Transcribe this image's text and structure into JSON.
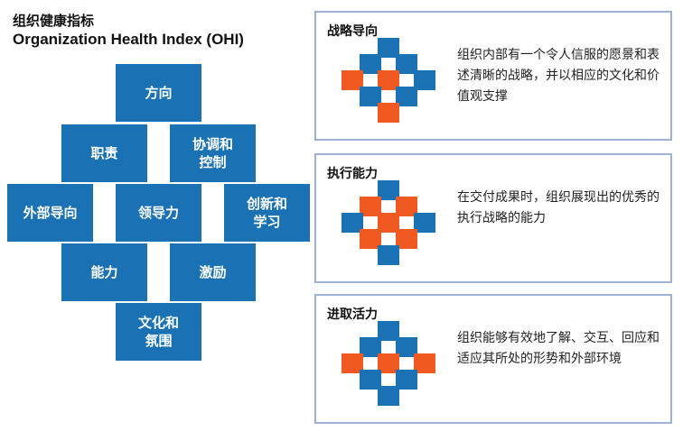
{
  "header": {
    "title_cn": "组织健康指标",
    "title_en": "Organization Health Index (OHI)"
  },
  "diagram": {
    "tiles": [
      {
        "key": "direction",
        "label": "方向"
      },
      {
        "key": "accountability",
        "label": "职责"
      },
      {
        "key": "coordination",
        "label": "协调和\n控制"
      },
      {
        "key": "external",
        "label": "外部导向"
      },
      {
        "key": "leadership",
        "label": "领导力"
      },
      {
        "key": "innovation",
        "label": "创新和\n学习"
      },
      {
        "key": "capability",
        "label": "能力"
      },
      {
        "key": "motivation",
        "label": "激励"
      },
      {
        "key": "culture",
        "label": "文化和\n氛围"
      }
    ]
  },
  "cards": [
    {
      "title": "战略导向",
      "description": "组织内部有一个令人信服的愿景和表述清晰的战略，并以相应的文化和价值观支撑"
    },
    {
      "title": "执行能力",
      "description": "在交付成果时，组织展现出的优秀的执行战略的能力"
    },
    {
      "title": "进取活力",
      "description": "组织能够有效地了解、交互、回应和适应其所处的形势和外部环境"
    }
  ],
  "colors": {
    "blue": "#1a72b5",
    "orange": "#f05a22",
    "card_border": "#9db3d6"
  }
}
